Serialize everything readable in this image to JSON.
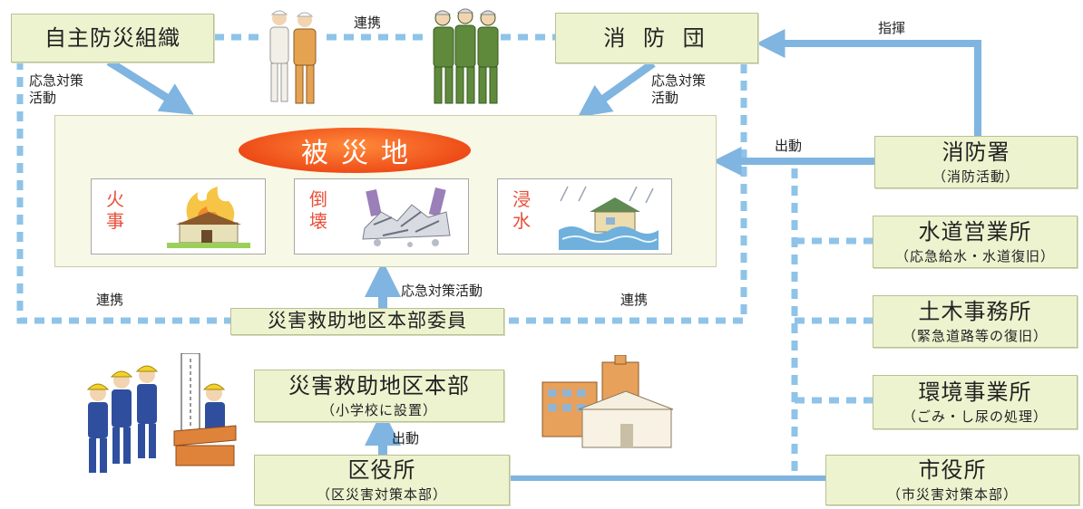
{
  "nodes": {
    "jishu": "自主防災組織",
    "shobodan": "消 防 団",
    "shobosho": {
      "title": "消防署",
      "sub": "（消防活動）"
    },
    "suido": {
      "title": "水道営業所",
      "sub": "（応急給水・水道復旧）"
    },
    "doboku": {
      "title": "土木事務所",
      "sub": "（緊急道路等の復旧）"
    },
    "kankyo": {
      "title": "環境事業所",
      "sub": "（ごみ・し尿の処理）"
    },
    "iin": "災害救助地区本部委員",
    "chiku_honbu": {
      "title": "災害救助地区本部",
      "sub": "（小学校に設置）"
    },
    "kuyakusho": {
      "title": "区役所",
      "sub": "（区災害対策本部）"
    },
    "shiyakusho": {
      "title": "市役所",
      "sub": "（市災害対策本部）"
    }
  },
  "disaster_area": {
    "title": "被災地",
    "panels": [
      "火事",
      "倒壊",
      "浸水"
    ]
  },
  "labels": {
    "renkei_top": "連携",
    "shiki": "指揮",
    "okyu_left_1": "応急対策",
    "okyu_left_2": "活動",
    "okyu_right_1": "応急対策",
    "okyu_right_2": "活動",
    "shutsudo_right": "出動",
    "renkei_left": "連携",
    "okyu_center": "応急対策活動",
    "renkei_right": "連携",
    "shutsudo_bottom": "出動"
  },
  "colors": {
    "box_fill": "#eef3cf",
    "link_blue": "#8fc3e8",
    "arrow_blue": "#7fb5e0",
    "hisaichi_orange": "#ee4c18",
    "panel_label_red": "#e8503a"
  },
  "icons": [
    "volunteers-icon",
    "firefighters-icon",
    "fire-house-icon",
    "collapsed-building-icon",
    "flooded-house-icon",
    "rescue-team-icon",
    "school-building-icon"
  ]
}
